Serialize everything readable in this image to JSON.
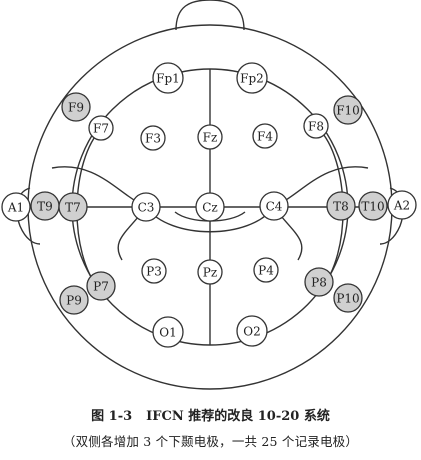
{
  "figure": {
    "electrodes": [
      {
        "label": "Fp1",
        "added": false
      },
      {
        "label": "Fp2",
        "added": false
      },
      {
        "label": "F9",
        "added": true
      },
      {
        "label": "F10",
        "added": true
      },
      {
        "label": "F7",
        "added": false
      },
      {
        "label": "F8",
        "added": false
      },
      {
        "label": "F3",
        "added": false
      },
      {
        "label": "Fz",
        "added": false
      },
      {
        "label": "F4",
        "added": false
      },
      {
        "label": "A1",
        "added": false
      },
      {
        "label": "T9",
        "added": true
      },
      {
        "label": "T7",
        "added": true
      },
      {
        "label": "C3",
        "added": false
      },
      {
        "label": "Cz",
        "added": false
      },
      {
        "label": "C4",
        "added": false
      },
      {
        "label": "T8",
        "added": true
      },
      {
        "label": "T10",
        "added": true
      },
      {
        "label": "A2",
        "added": false
      },
      {
        "label": "P7",
        "added": true
      },
      {
        "label": "P3",
        "added": false
      },
      {
        "label": "Pz",
        "added": false
      },
      {
        "label": "P4",
        "added": false
      },
      {
        "label": "P8",
        "added": true
      },
      {
        "label": "P9",
        "added": true
      },
      {
        "label": "P10",
        "added": true
      },
      {
        "label": "O1",
        "added": false
      },
      {
        "label": "O2",
        "added": false
      }
    ],
    "colors": {
      "added_fill": "#d0d0d0",
      "standard_fill": "#ffffff",
      "stroke": "#333333"
    }
  },
  "caption": {
    "number": "图 1-3",
    "title": "IFCN 推荐的改良 10-20 系统",
    "subtitle": "（双侧各增加 3 个下颞电极，一共 25 个记录电极）"
  }
}
